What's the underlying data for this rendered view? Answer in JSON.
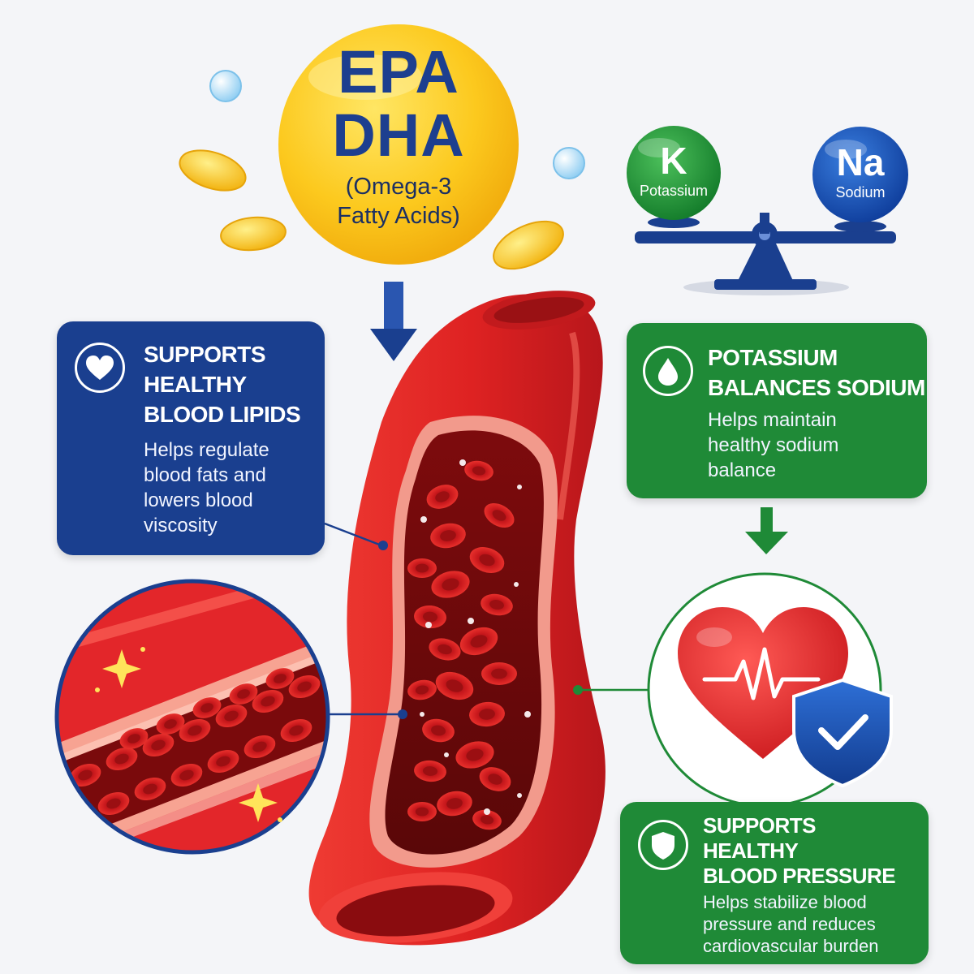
{
  "omega3": {
    "line1": "EPA",
    "line2": "DHA",
    "line3": "(Omega-3",
    "line4": "Fatty Acids)"
  },
  "minerals": {
    "potassium": {
      "symbol": "K",
      "name": "Potassium"
    },
    "sodium": {
      "symbol": "Na",
      "name": "Sodium"
    }
  },
  "cards": {
    "lipids": {
      "head": [
        "SUPPORTS",
        "HEALTHY",
        "BLOOD LIPIDS"
      ],
      "body": [
        "Helps regulate",
        "blood fats and",
        "lowers blood",
        "viscosity"
      ]
    },
    "potassium": {
      "head": [
        "POTASSIUM",
        "BALANCES SODIUM"
      ],
      "body": [
        "Helps maintain",
        "healthy sodium",
        "balance"
      ]
    },
    "pressure": {
      "head": [
        "SUPPORTS",
        "HEALTHY",
        "BLOOD PRESSURE"
      ],
      "body": [
        "Helps stabilize blood",
        "pressure and reduces",
        "cardiovascular burden"
      ]
    }
  },
  "colors": {
    "blue": "#1a3f8f",
    "green": "#1f8a37",
    "red": "#e3262a",
    "yellow": "#f7c319"
  },
  "icons": [
    "heart-icon",
    "water-drop-icon",
    "shield-icon",
    "heartbeat-icon",
    "shield-check-icon",
    "sparkle-icon",
    "balance-scale-icon"
  ]
}
